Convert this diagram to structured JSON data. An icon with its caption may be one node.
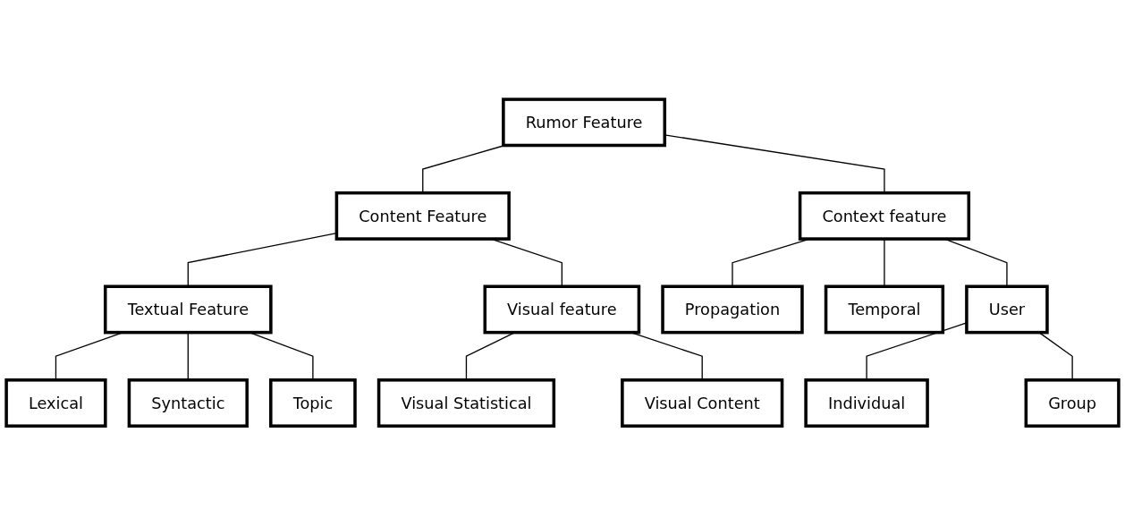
{
  "diagram": {
    "nodes": [
      {
        "text": [
          "Rumor Feature"
        ]
      },
      {
        "text": [
          "Content Feature"
        ]
      },
      {
        "text": [
          "Context feature"
        ]
      },
      {
        "text": [
          "Textual Feature"
        ]
      },
      {
        "text": [
          "Visual feature"
        ]
      },
      {
        "text": [
          "Propagation"
        ]
      },
      {
        "text": [
          "Temporal"
        ]
      },
      {
        "text": [
          "User"
        ]
      },
      {
        "text": [
          "Lexical"
        ]
      },
      {
        "text": [
          "Syntactic"
        ]
      },
      {
        "text": [
          "Topic"
        ]
      },
      {
        "text": [
          "Visual Statistical"
        ]
      },
      {
        "text": [
          "Visual Content"
        ]
      },
      {
        "text": [
          "Individual"
        ]
      },
      {
        "text": [
          "Group"
        ]
      }
    ],
    "edges": [
      {
        "from": 0,
        "to": 1,
        "arrow": "none"
      },
      {
        "from": 0,
        "to": 2,
        "arrow": "none"
      },
      {
        "from": 1,
        "to": 3,
        "arrow": "none"
      },
      {
        "from": 1,
        "to": 4,
        "arrow": "none"
      },
      {
        "from": 2,
        "to": 5,
        "arrow": "none"
      },
      {
        "from": 2,
        "to": 6,
        "arrow": "none"
      },
      {
        "from": 2,
        "to": 7,
        "arrow": "none"
      },
      {
        "from": 3,
        "to": 8,
        "arrow": "none"
      },
      {
        "from": 3,
        "to": 9,
        "arrow": "none"
      },
      {
        "from": 3,
        "to": 10,
        "arrow": "none"
      },
      {
        "from": 4,
        "to": 11,
        "arrow": "none"
      },
      {
        "from": 4,
        "to": 12,
        "arrow": "none"
      },
      {
        "from": 7,
        "to": 13,
        "arrow": "none"
      },
      {
        "from": 7,
        "to": 14,
        "arrow": "none"
      }
    ]
  }
}
